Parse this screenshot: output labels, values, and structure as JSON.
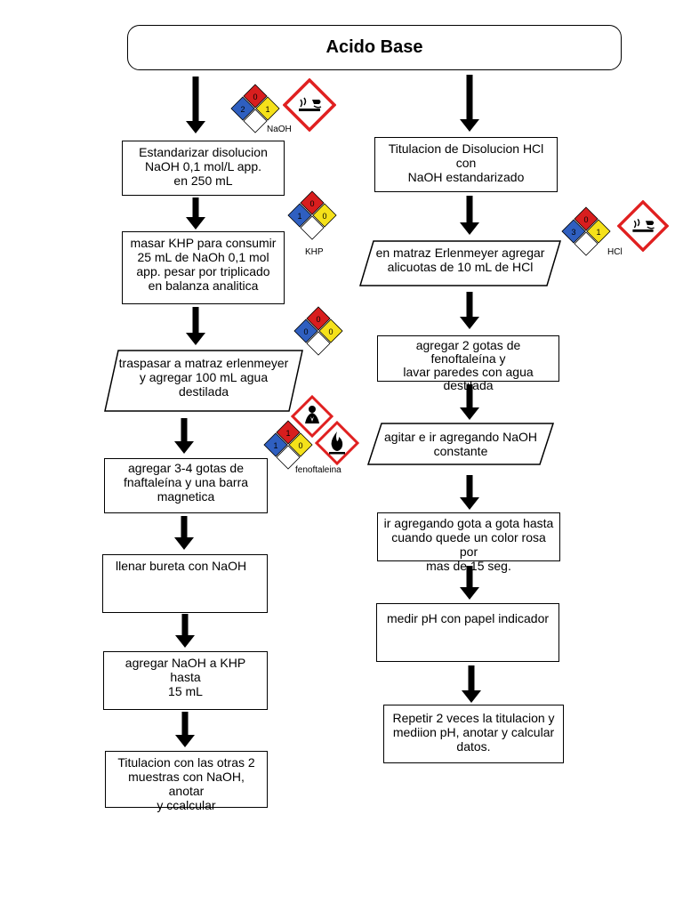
{
  "title": "Acido Base",
  "colors": {
    "nfpa_health": "#2f5fc0",
    "nfpa_fire": "#d81e1e",
    "nfpa_reactivity": "#f5e11a",
    "nfpa_special": "#ffffff",
    "ghs_red": "#e02020"
  },
  "left_column": [
    {
      "text": "Estandarizar disolucion\nNaOH 0,1 mol/L app.\nen 250 mL",
      "shape": "rectangle"
    },
    {
      "text": "masar KHP para consumir\n25 mL de NaOh 0,1 mol\napp. pesar por triplicado\nen balanza analitica",
      "shape": "rectangle"
    },
    {
      "text": "traspasar a matraz erlenmeyer\ny agregar 100 mL agua\ndestilada",
      "shape": "parallelogram"
    },
    {
      "text": "agregar 3-4 gotas de\nfnaftaleína y una barra\nmagnetica",
      "shape": "rectangle"
    },
    {
      "text": "llenar bureta con NaOH",
      "shape": "rectangle"
    },
    {
      "text": "agregar NaOH a KHP hasta\n15 mL",
      "shape": "rectangle"
    },
    {
      "text": "Titulacion con las otras 2\nmuestras con NaOH, anotar\ny ccalcular",
      "shape": "rectangle"
    }
  ],
  "right_column": [
    {
      "text": "Titulacion de Disolucion HCl con\nNaOH estandarizado",
      "shape": "rectangle"
    },
    {
      "text": "en matraz Erlenmeyer agregar\nalicuotas de 10 mL de HCl",
      "shape": "parallelogram"
    },
    {
      "text": "agregar 2 gotas de fenoftaleína y\nlavar paredes con agua\ndestilada",
      "shape": "rectangle"
    },
    {
      "text": "agitar e ir agregando NaOH\nconstante",
      "shape": "parallelogram"
    },
    {
      "text": "ir agregando gota a gota hasta\ncuando quede un color rosa por\nmas de 15 seg.",
      "shape": "rectangle"
    },
    {
      "text": "medir pH con papel indicador",
      "shape": "rectangle"
    },
    {
      "text": "Repetir 2 veces la titulacion y\nmediion pH, anotar y calcular\ndatos.",
      "shape": "rectangle"
    }
  ],
  "hazards": {
    "naoh": {
      "label": "NaOH",
      "health": "2",
      "fire": "0",
      "reactivity": "1",
      "ghs": [
        "corrosive-icon"
      ]
    },
    "khp": {
      "label": "KHP",
      "health": "1",
      "fire": "0",
      "reactivity": "0"
    },
    "water": {
      "health": "0",
      "fire": "0",
      "reactivity": "0"
    },
    "fenoftaleina": {
      "label": "fenoftaleina",
      "health": "1",
      "fire": "1",
      "reactivity": "0",
      "ghs": [
        "health-hazard-icon",
        "flame-icon"
      ]
    },
    "hcl": {
      "label": "HCl",
      "health": "3",
      "fire": "0",
      "reactivity": "1",
      "ghs": [
        "corrosive-icon"
      ]
    }
  }
}
